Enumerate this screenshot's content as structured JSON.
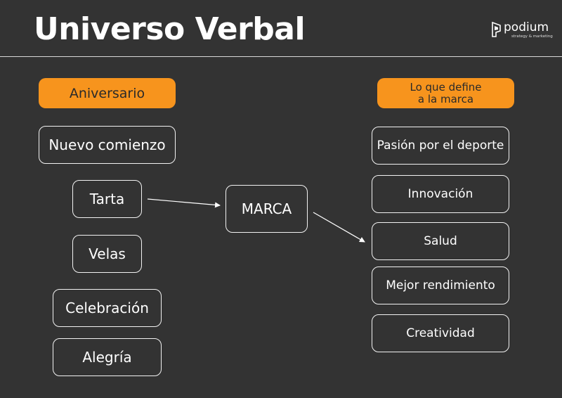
{
  "header": {
    "title": "Universo Verbal",
    "logo_icon": "podium-logo-icon",
    "logo_name": "podium",
    "logo_tagline": "strategy & marketing"
  },
  "left": {
    "heading": "Aniversario",
    "items": [
      "Nuevo comienzo",
      "Tarta",
      "Velas",
      "Celebración",
      "Alegría"
    ]
  },
  "center": {
    "label": "MARCA"
  },
  "right": {
    "heading_line1": "Lo que define",
    "heading_line2": "a la marca",
    "items": [
      "Pasión por el deporte",
      "Innovación",
      "Salud",
      "Mejor rendimiento",
      "Creatividad"
    ]
  },
  "colors": {
    "background": "#333333",
    "accent": "#f7941d",
    "foreground": "#ffffff"
  }
}
